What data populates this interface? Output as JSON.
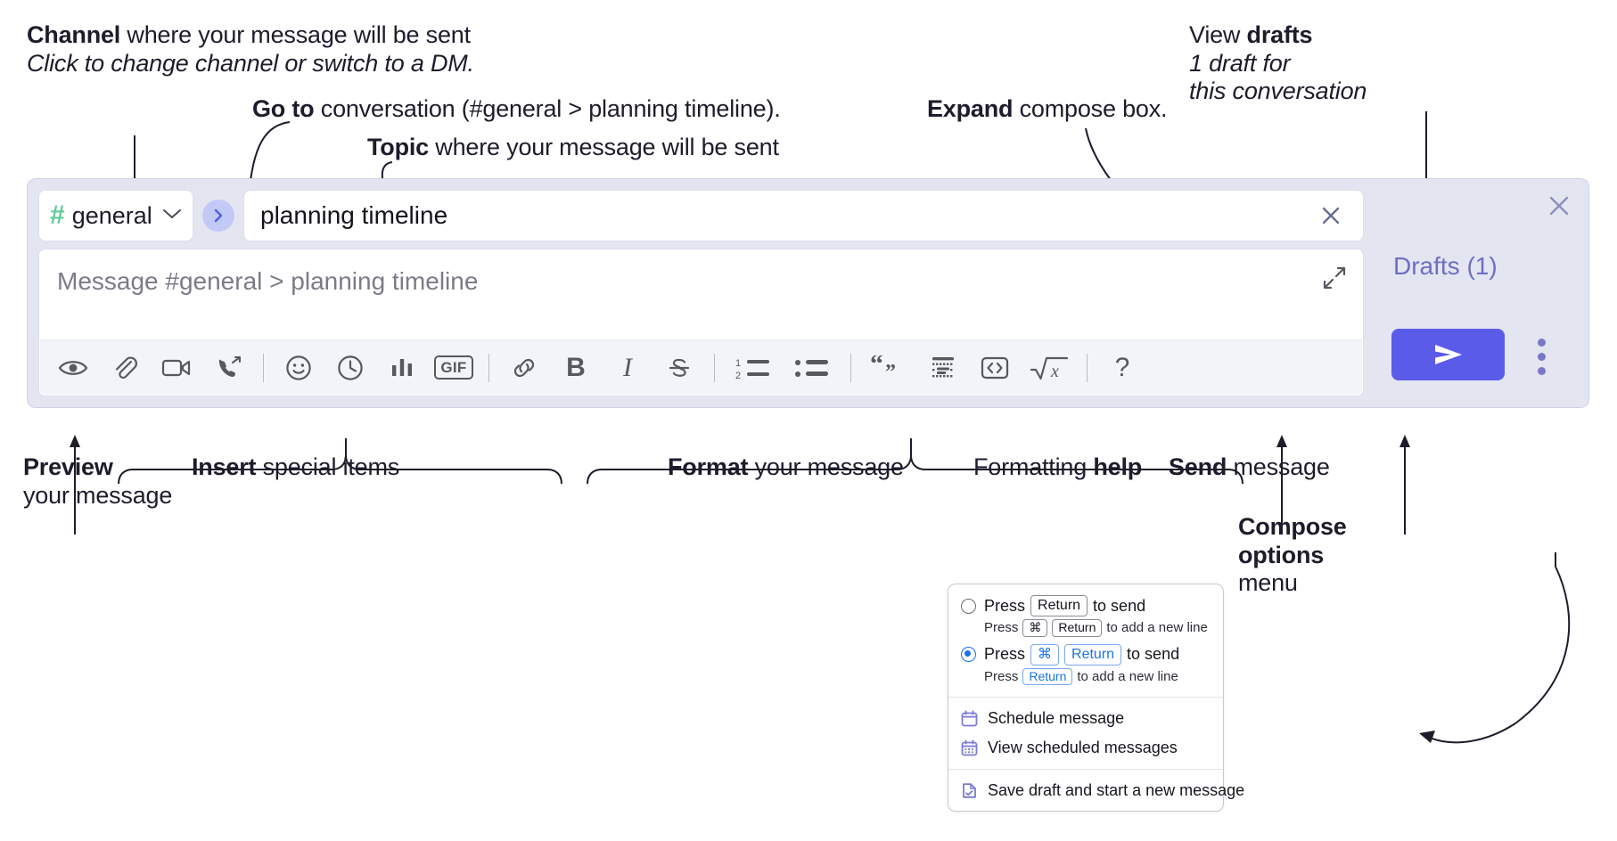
{
  "annotations": {
    "channel": {
      "line1_bold": "Channel",
      "line1_rest": " where your message will be sent",
      "line2_italic": "Click to change channel or switch to a DM."
    },
    "goto": {
      "bold": "Go to",
      "rest": " conversation (#general > planning timeline)."
    },
    "topic": {
      "bold": "Topic",
      "rest": " where your message will be sent"
    },
    "expand": {
      "bold": "Expand",
      "rest": " compose box."
    },
    "drafts": {
      "line1_plain": "View ",
      "line1_bold": "drafts",
      "line2_italic": "1 draft for",
      "line3_italic": "this conversation"
    },
    "preview": {
      "line1_bold": "Preview",
      "line2": "your message"
    },
    "insert": {
      "bold": "Insert",
      "rest": " special items"
    },
    "format": {
      "bold": "Format",
      "rest": " your message"
    },
    "help": {
      "plain": "Formatting ",
      "bold": "help"
    },
    "send": {
      "bold": "Send",
      "rest": " message"
    },
    "compose_options": {
      "line1_bold": "Compose",
      "line2_bold": "options",
      "line3": "menu"
    }
  },
  "compose": {
    "channel": {
      "hash": "#",
      "name": "general",
      "chevron": "chevron-down"
    },
    "goto_button_label": "go-to-conversation",
    "topic": {
      "value": "planning timeline",
      "clear_label": "clear-topic"
    },
    "message": {
      "placeholder": "Message #general > planning timeline"
    },
    "expand_label": "expand-compose-box",
    "close_label": "close-compose-widget",
    "drafts_label": "Drafts (1)",
    "send_label": "send-message",
    "kebab_label": "compose-options",
    "toolbar": [
      {
        "name": "preview-icon",
        "type": "icon",
        "label": "Preview"
      },
      {
        "name": "attachment-icon",
        "type": "icon",
        "label": "Attach file"
      },
      {
        "name": "video-icon",
        "type": "icon",
        "label": "Record video clip"
      },
      {
        "name": "phone-forward-icon",
        "type": "icon",
        "label": "Audio call"
      },
      {
        "name": "separator",
        "type": "sep",
        "label": ""
      },
      {
        "name": "emoji-icon",
        "type": "icon",
        "label": "Emoji"
      },
      {
        "name": "clock-icon",
        "type": "icon",
        "label": "Schedule"
      },
      {
        "name": "poll-icon",
        "type": "icon",
        "label": "Poll"
      },
      {
        "name": "gif-icon",
        "type": "text",
        "label": "GIF"
      },
      {
        "name": "separator",
        "type": "sep",
        "label": ""
      },
      {
        "name": "link-icon",
        "type": "icon",
        "label": "Link"
      },
      {
        "name": "bold-icon",
        "type": "letter",
        "label": "B"
      },
      {
        "name": "italic-icon",
        "type": "letter",
        "label": "I"
      },
      {
        "name": "strikethrough-icon",
        "type": "icon",
        "label": "Strikethrough"
      },
      {
        "name": "separator",
        "type": "sep",
        "label": ""
      },
      {
        "name": "ordered-list-icon",
        "type": "icon",
        "label": "Ordered list"
      },
      {
        "name": "bulleted-list-icon",
        "type": "icon",
        "label": "Bulleted list"
      },
      {
        "name": "separator",
        "type": "sep",
        "label": ""
      },
      {
        "name": "blockquote-icon",
        "type": "icon",
        "label": "Blockquote"
      },
      {
        "name": "code-block-icon",
        "type": "icon",
        "label": "Code block"
      },
      {
        "name": "code-icon",
        "type": "icon",
        "label": "Code"
      },
      {
        "name": "math-icon",
        "type": "icon",
        "label": "Math"
      },
      {
        "name": "separator",
        "type": "sep",
        "label": ""
      },
      {
        "name": "help-icon",
        "type": "letter",
        "label": "?"
      }
    ]
  },
  "menu": {
    "option1": {
      "main_pre": "Press",
      "main_key": "Return",
      "main_post": "to send",
      "sub_pre": "Press",
      "sub_key1": "⌘",
      "sub_key2": "Return",
      "sub_post": "to add a new line",
      "selected": false
    },
    "option2": {
      "main_pre": "Press",
      "main_key1": "⌘",
      "main_key2": "Return",
      "main_post": "to send",
      "sub_pre": "Press",
      "sub_key": "Return",
      "sub_post": "to add a new line",
      "selected": true
    },
    "items": [
      {
        "icon": "calendar-icon",
        "label": "Schedule message"
      },
      {
        "icon": "calendar-grid-icon",
        "label": "View scheduled messages"
      },
      {
        "icon": "save-draft-icon",
        "label": "Save draft and start a new message"
      }
    ]
  },
  "colors": {
    "widget_bg": "#e3e5f1",
    "send_purple": "#5b5bea",
    "drafts_purple": "#6e6ec4",
    "hash_green": "#5ecb9a",
    "goto_bg": "#c3c9f7",
    "menu_icon_purple": "#7b7bd6",
    "radio_blue": "#1a73e8",
    "ink": "#1d1c2b"
  }
}
